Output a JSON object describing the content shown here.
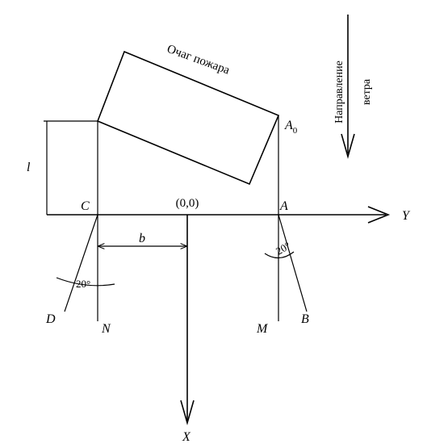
{
  "diagram": {
    "fire_label": "Очаг пожара",
    "wind_label_line1": "Направление",
    "wind_label_line2": "ветра",
    "origin_label": "(0,0)",
    "axis_x_label": "X",
    "axis_y_label": "Y",
    "point_c": "C",
    "point_a": "A",
    "point_a0_main": "A",
    "point_a0_sub": "0",
    "point_d": "D",
    "point_n": "N",
    "point_m": "M",
    "point_b": "B",
    "dim_l": "l",
    "dim_b": "b",
    "angle_left": "20°",
    "angle_right": "20°"
  }
}
